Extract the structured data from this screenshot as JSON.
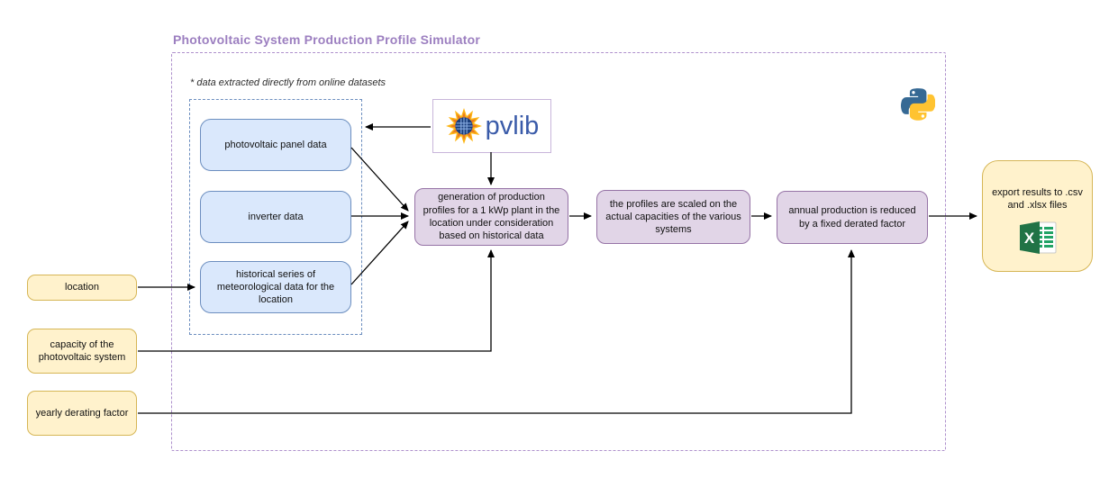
{
  "title": "Photovoltaic System Production Profile Simulator",
  "note": "* data extracted directly from online datasets",
  "inputs": [
    {
      "label": "location"
    },
    {
      "label": "capacity of the photovoltaic system"
    },
    {
      "label": "yearly derating factor"
    }
  ],
  "data_sources": [
    {
      "label": "photovoltaic panel data"
    },
    {
      "label": "inverter data"
    },
    {
      "label": "historical series of meteorological data for the location"
    }
  ],
  "process_steps": [
    {
      "label": "generation of production profiles for a 1 kWp plant in the location under consideration based on historical data"
    },
    {
      "label": "the profiles are scaled on the actual capacities of the various systems"
    },
    {
      "label": "annual production is reduced by a fixed derated factor"
    }
  ],
  "output": {
    "label": "export results to .csv and .xlsx files",
    "icon": "excel-icon"
  },
  "logos": {
    "pvlib": {
      "text": "pvlib",
      "icon": "pvlib-sun-icon"
    },
    "python": {
      "icon": "python-icon"
    }
  },
  "colors": {
    "title": "#9C7FC0",
    "boundary_border": "#AE90CC",
    "source_fill": "#DAE8FC",
    "source_border": "#6C8EBF",
    "process_fill": "#E1D5E7",
    "process_border": "#9673A6",
    "io_fill": "#FFF2CC",
    "io_border": "#D6B656",
    "arrow": "#000000",
    "pvlib_text": "#3A5BA9",
    "excel_green": "#217346",
    "python_blue": "#366994",
    "python_yellow": "#FFC331"
  }
}
